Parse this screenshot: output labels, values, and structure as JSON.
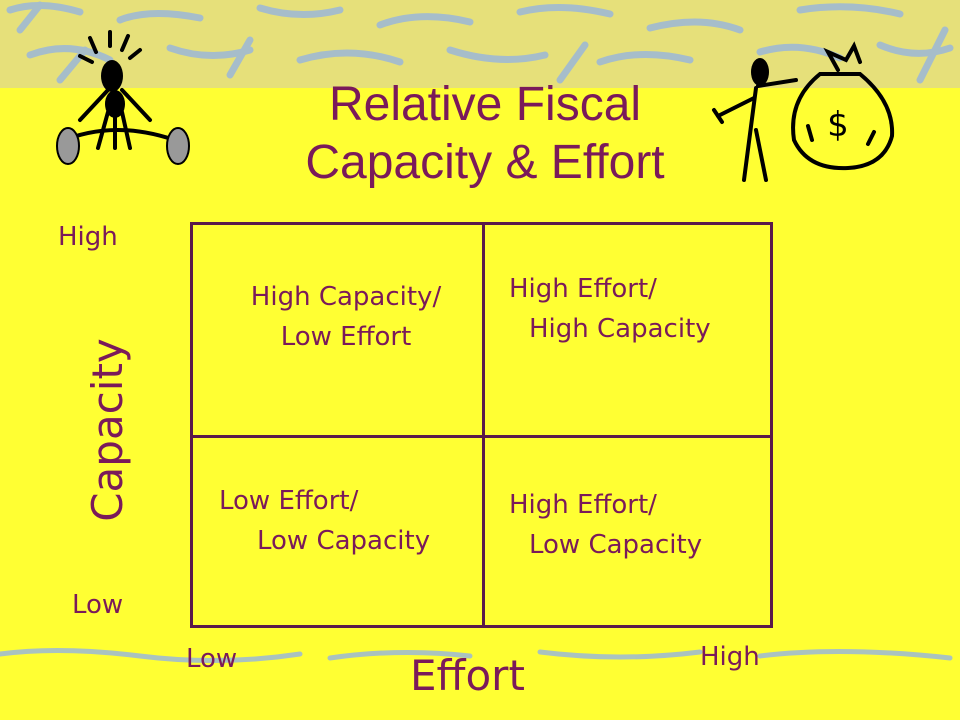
{
  "slide": {
    "title_line1": "Relative Fiscal",
    "title_line2": "Capacity & Effort",
    "y_axis": {
      "label": "Capacity",
      "high": "High",
      "low": "Low"
    },
    "x_axis": {
      "label": "Effort",
      "low": "Low",
      "high": "High"
    },
    "quadrants": {
      "top_left": {
        "line1": "High Capacity/",
        "line2": "Low Effort"
      },
      "top_right": {
        "line1": "High Effort/",
        "line2": "High Capacity"
      },
      "bottom_left": {
        "line1": "Low Effort/",
        "line2": "Low Capacity"
      },
      "bottom_right": {
        "line1": "High Effort/",
        "line2": "Low Capacity"
      }
    },
    "money_bag_symbol": "$"
  },
  "colors": {
    "background": "#ffff33",
    "band": "#e6e07a",
    "text": "#7a1a5a",
    "stroke": "#5a1a4a"
  },
  "icons": [
    "weightlifter-clipart",
    "money-bag-clipart"
  ]
}
